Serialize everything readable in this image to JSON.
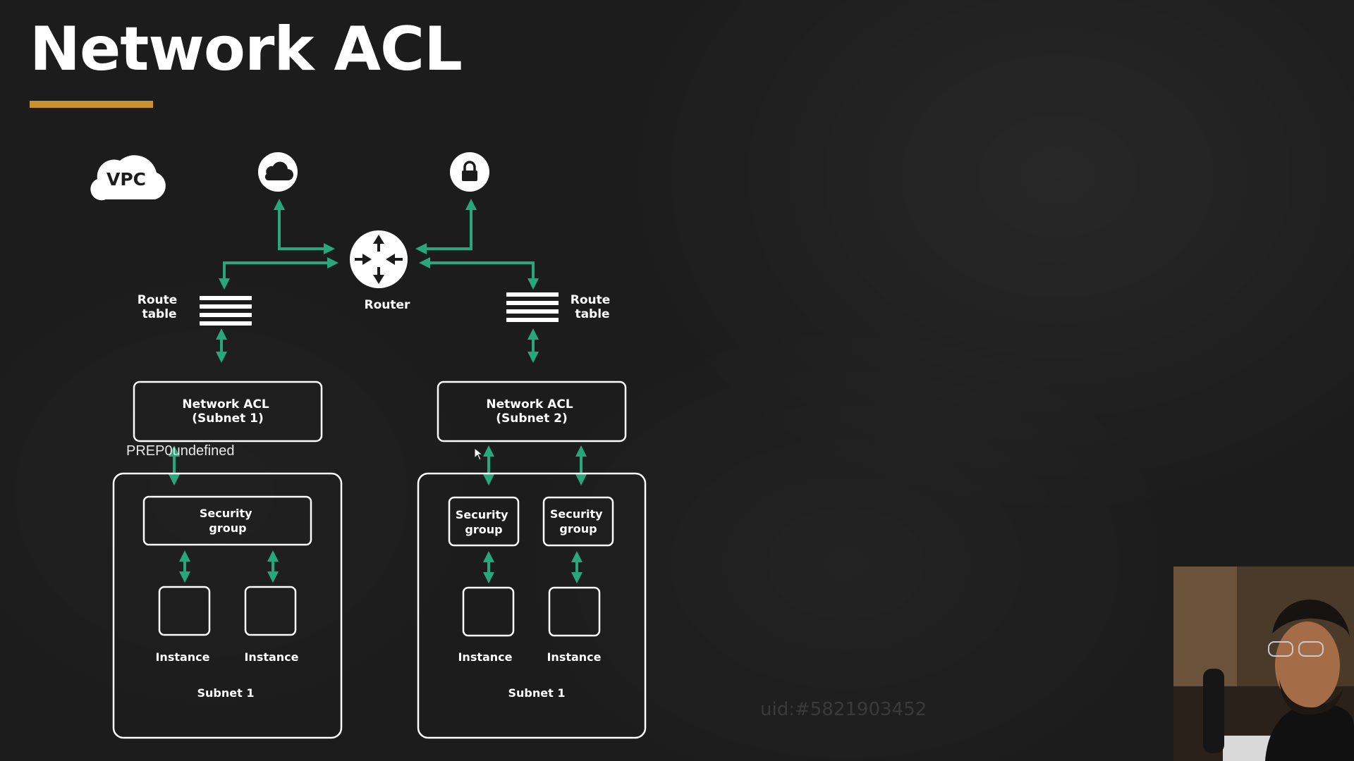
{
  "slide": {
    "title": "Network ACL",
    "accent_color": "#c9922a",
    "line_color": "#27a77c"
  },
  "icons": {
    "vpc_label": "VPC",
    "internet_icon": "cloud-icon",
    "vpn_icon": "lock-icon",
    "router_icon": "router-icon",
    "route_table_icon": "route-table-icon"
  },
  "diagram": {
    "router_label": "Router",
    "route_table_left": [
      "Route",
      "table"
    ],
    "route_table_right": [
      "Route",
      "table"
    ],
    "nacl_left": [
      "Network ACL",
      "(Subnet 1)"
    ],
    "nacl_right": [
      "Network ACL",
      "(Subnet 2)"
    ],
    "subnet_left": {
      "label": "Subnet 1",
      "security_group": [
        "Security",
        "group"
      ],
      "instances": [
        "Instance",
        "Instance"
      ]
    },
    "subnet_right": {
      "label": "Subnet 1",
      "security_groups": [
        [
          "Security",
          "group"
        ],
        [
          "Security",
          "group"
        ]
      ],
      "instances": [
        "Instance",
        "Instance"
      ]
    }
  },
  "overlay_text": "PREP0undefined",
  "watermark": "uid:#5821903452"
}
